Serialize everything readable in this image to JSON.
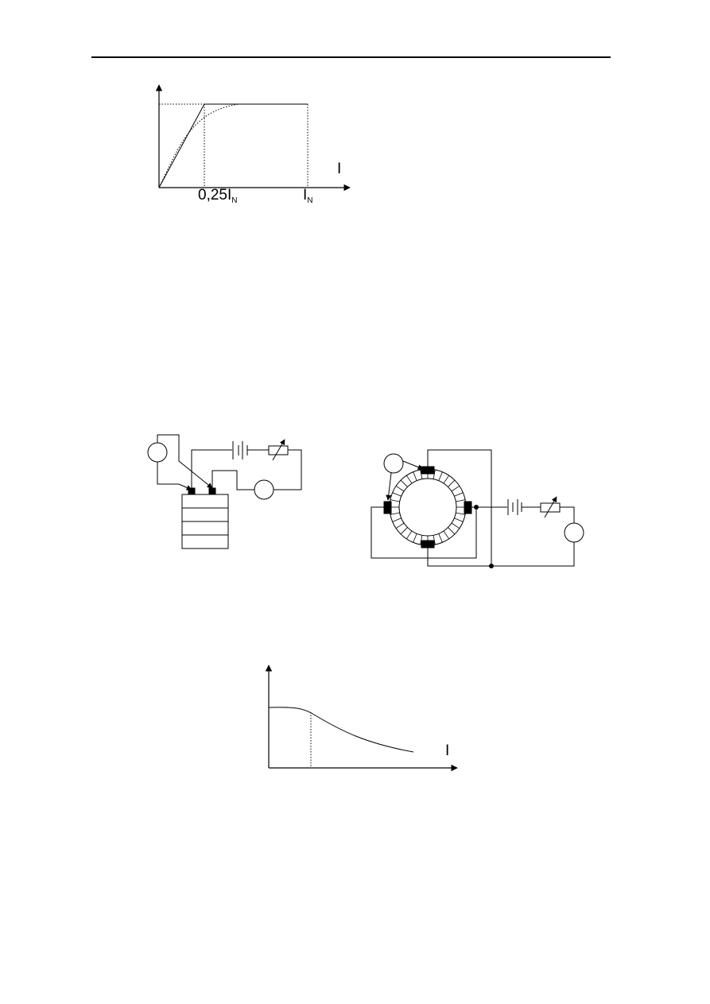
{
  "figure1": {
    "x_axis_label": "I",
    "tick_1_main": "0,25I",
    "tick_1_sub": "N",
    "tick_2_main": "I",
    "tick_2_sub": "N"
  },
  "figure4": {
    "x_axis_label": "I"
  }
}
